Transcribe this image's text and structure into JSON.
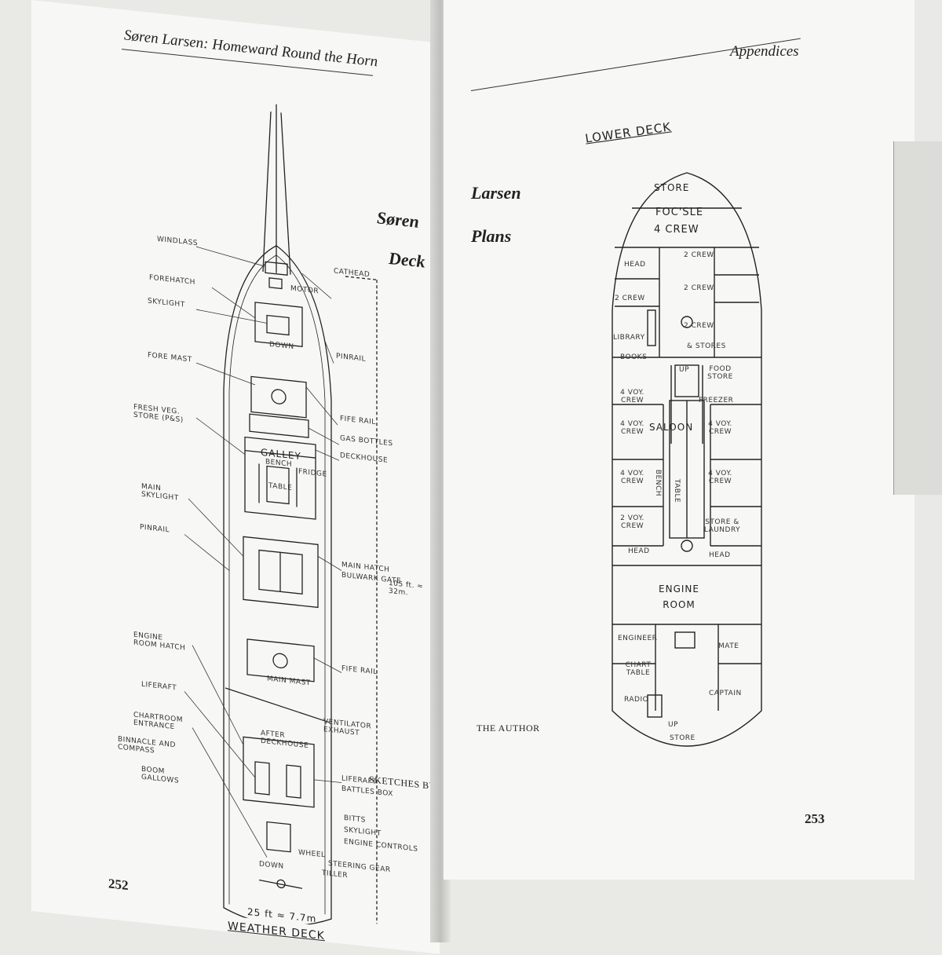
{
  "left_page": {
    "running_head": "Søren Larsen: Homeward Round the Horn",
    "page_number": "252",
    "title_words": [
      "Søren",
      "Deck"
    ],
    "credit": "SKETCHES BY",
    "drawing_title": "WEATHER DECK",
    "dimension_length": "105 ft. ≈ 32m.",
    "dimension_beam": "25 ft ≈ 7.7m",
    "labels_left": [
      "WINDLASS",
      "FOREHATCH",
      "SKYLIGHT",
      "FORE MAST",
      "FRESH VEG. STORE (P&S)",
      "MAIN SKYLIGHT",
      "PINRAIL",
      "ENGINE ROOM HATCH",
      "LIFERAFT",
      "CHARTROOM ENTRANCE",
      "BINNACLE AND COMPASS",
      "BOOM GALLOWS"
    ],
    "labels_right": [
      "CATHEAD",
      "MOTOR",
      "PINRAIL",
      "FIFE RAIL",
      "GAS BOTTLES",
      "DECKHOUSE",
      "MAIN HATCH",
      "BULWARK GATE",
      "FIFE RAIL",
      "MAIN MAST",
      "VENTILATOR EXHAUST",
      "LIFERAFT",
      "BATTLES BOX",
      "BITTS",
      "SKYLIGHT",
      "ENGINE CONTROLS",
      "STEERING GEAR",
      "TILLER",
      "WHEEL"
    ],
    "labels_inside": [
      "DOWN",
      "GALLEY",
      "BENCH",
      "TABLE",
      "FRIDGE",
      "AFTER DECKHOUSE",
      "DOWN"
    ]
  },
  "right_page": {
    "running_head": "Appendices",
    "page_number": "253",
    "title_words": [
      "Larsen",
      "Plans"
    ],
    "credit": "THE AUTHOR",
    "drawing_title": "LOWER DECK",
    "rooms": {
      "store_fwd": "STORE",
      "focsle": "FOC'SLE",
      "focsle_crew": "4 CREW",
      "head1": "HEAD",
      "crew_a": "2 CREW",
      "crew_b": "2 CREW",
      "crew_c": "2 CREW",
      "crew_d": "2 CREW",
      "crew_d2": "& STORES",
      "library": "LIBRARY",
      "books": "BOOKS",
      "up": "UP",
      "voy_1": "4 VOY. CREW",
      "food_store": "FOOD STORE",
      "freezer": "FREEZER",
      "voy_2": "4 VOY. CREW",
      "saloon": "SALOON",
      "voy_3": "4 VOY. CREW",
      "voy_4": "4 VOY. CREW",
      "voy_5": "4 VOY. CREW",
      "bench": "BENCH",
      "table": "TABLE",
      "voy_6": "2 VOY. CREW",
      "store_laundry": "STORE & LAUNDRY",
      "head2": "HEAD",
      "head3": "HEAD",
      "engine_room": "ENGINE ROOM",
      "engineer": "ENGINEER",
      "mate": "MATE",
      "chart_table": "CHART TABLE",
      "radio": "RADIO",
      "captain": "CAPTAIN",
      "up_aft": "UP",
      "store_aft": "STORE"
    }
  },
  "colors": {
    "paper": "#f7f7f5",
    "ink": "#222222",
    "background": "#e9e9e6"
  }
}
